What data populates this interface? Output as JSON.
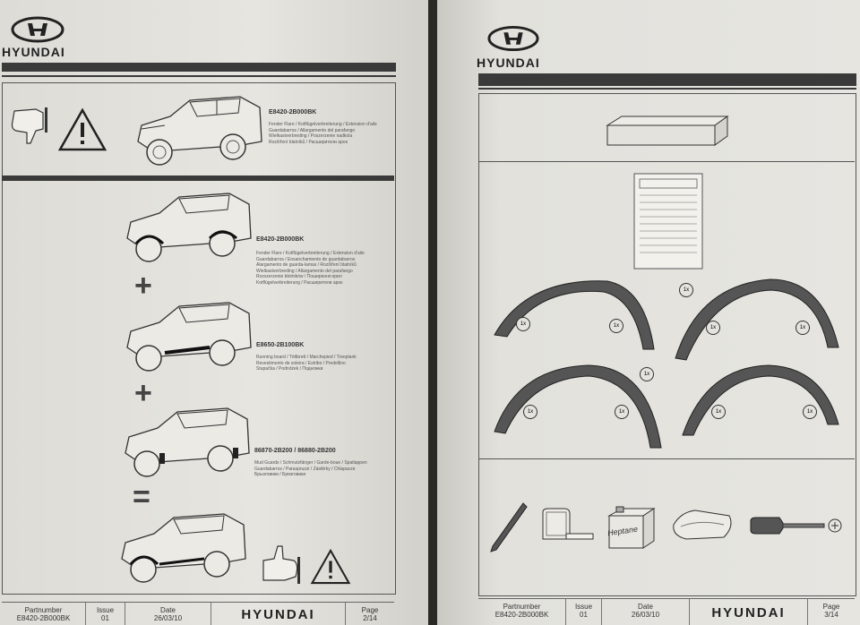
{
  "brand": "HYUNDAI",
  "left": {
    "top_block": {
      "part": "E8420-2B000BK",
      "desc": [
        "Fender Flare / Kotflügelverbreiterung / Extension d'aile",
        "Guardabarros / Allargamento del parafango",
        "Wielkastverbreding / Poszerzenie nadkola",
        "Rozšíření blatníků / Расширители арок"
      ]
    },
    "item1": {
      "part": "E8420-2B000BK",
      "desc": [
        "Fender Flare / Kotflügelverbreiterung / Extension d'aile",
        "Guardabarros / Ensanchamiento de guardabarros",
        "Alargamento de guarda-lamas / Rozšíření blatníků",
        "Wielkastverbreding / Allargamento del parafango",
        "Rozszerzenie błotników / Поширення крил",
        "Kotflügelverbreiterung / Расширители арок"
      ]
    },
    "item2": {
      "part": "E8650-2B100BK",
      "desc": [
        "Running board / Trittbrett / Marchepied / Treeplank",
        "Revestimento de soleira / Estribo / Predellino",
        "Stupačka / Podnóżek / Подножки"
      ]
    },
    "item3": {
      "part": "86870-2B200 / 86880-2B200",
      "desc": [
        "Mud Guards / Schmutzfänger / Garde-boue / Spatlappen",
        "Guardabarros / Paraspruzzi / Zástěrky / Chlapacze",
        "Брызговики / Бризговики"
      ]
    },
    "plus": "+",
    "equals": "=",
    "footer": {
      "partnumber_label": "Partnumber",
      "partnumber": "E8420-2B000BK",
      "issue_label": "Issue",
      "issue": "01",
      "date_label": "Date",
      "date": "26/03/10",
      "page_label": "Page",
      "page": "2/14"
    }
  },
  "right": {
    "qty": "1x",
    "heptane": "Heptane",
    "footer": {
      "partnumber_label": "Partnumber",
      "partnumber": "E8420-2B000BK",
      "issue_label": "Issue",
      "issue": "01",
      "date_label": "Date",
      "date": "26/03/10",
      "page_label": "Page",
      "page": "3/14"
    }
  }
}
